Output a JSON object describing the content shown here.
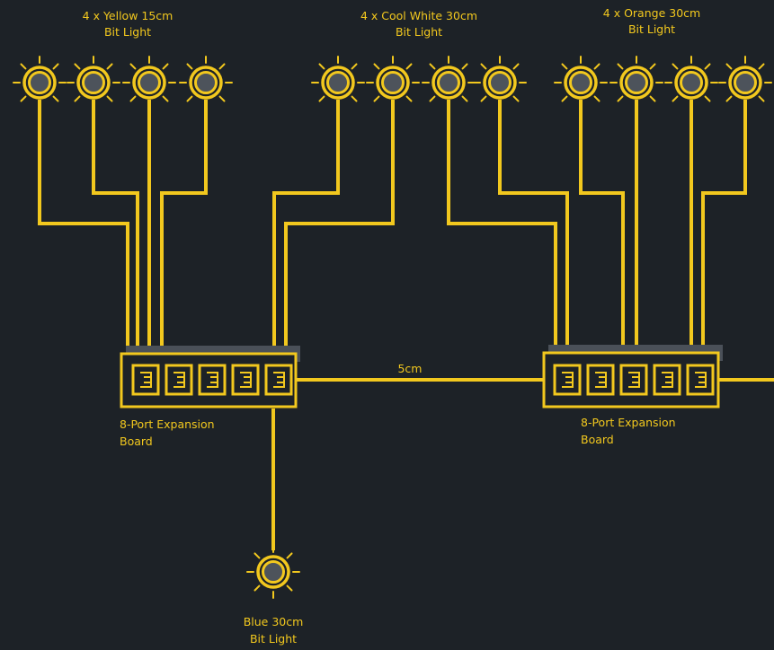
{
  "labels": {
    "yellow_group_line1": "4 x Yellow 15cm",
    "yellow_group_line2": "Bit Light",
    "white_group_line1": "4 x Cool White 30cm",
    "white_group_line2": "Bit Light",
    "orange_group_line1": "4 x Orange 30cm",
    "orange_group_line2": "Bit Light",
    "board_left_line1": "8-Port Expansion",
    "board_left_line2": "Board",
    "board_right_line1": "8-Port Expansion",
    "board_right_line2": "Board",
    "link_length": "5cm",
    "blue_line1": "Blue 30cm",
    "blue_line2": "Bit Light"
  },
  "colors": {
    "background": "#1d2227",
    "accent": "#f2c81e",
    "light_core": "#4d535b",
    "board_shadow": "#4a5058"
  },
  "icons": {
    "bit_light": "sun-bulb-icon",
    "port": "port-icon"
  }
}
